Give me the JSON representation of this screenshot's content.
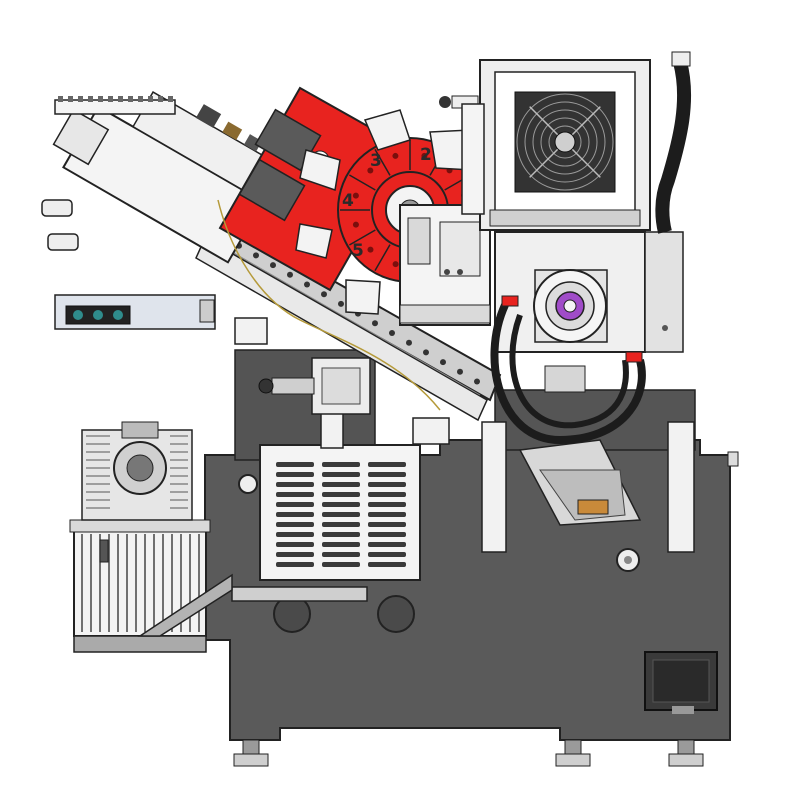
{
  "drawing": {
    "turret_numbers": [
      "2",
      "3",
      "4",
      "5"
    ]
  },
  "colors": {
    "base": "#5a5a5a",
    "base_dark": "#3f3f3f",
    "outline": "#222222",
    "turret_red": "#e8231f",
    "panel_light": "#e8e8e8",
    "panel_white": "#f7f7f7",
    "steel": "#b9b9b9",
    "hose": "#1c1c1c",
    "accent_purple": "#a04cc8",
    "accent_teal": "#2f8c8c"
  }
}
